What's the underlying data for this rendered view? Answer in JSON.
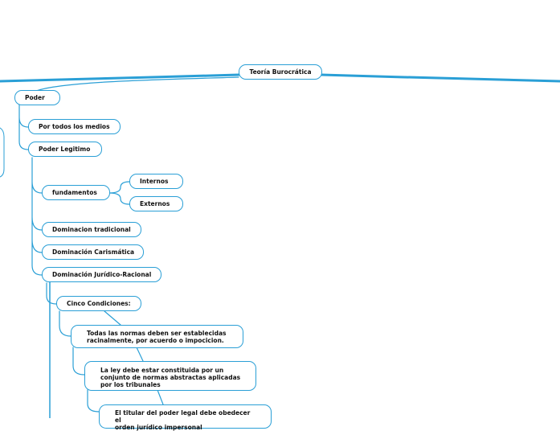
{
  "diagram": {
    "root": {
      "label": "Teoría Burocrática"
    },
    "nodes": {
      "poder": "Poder",
      "por_todos_los_medios": "Por todos los medios",
      "poder_legitimo": "Poder Legitimo",
      "fundamentos": "fundamentos",
      "internos": "Internos",
      "externos": "Externos",
      "dominacion_tradicional": "Dominacion tradicional",
      "dominacion_carismatica": "Dominación Carismática",
      "dominacion_juridico_racional": "Dominación Jurídico-Racional",
      "cinco_condiciones": "Cinco Condiciones:",
      "condicion_1": [
        "Todas las normas deben ser establecidas",
        "racinalmente, por acuerdo o impocicion."
      ],
      "condicion_2": [
        "La ley debe estar constituida por un",
        "conjunto de normas abstractas aplicadas",
        "por los tribunales"
      ],
      "condicion_3": [
        "El titular del poder legal debe obedecer el",
        "orden jurídico impersonal"
      ]
    },
    "colors": {
      "connector": "#2a9fd6",
      "node_border": "#2a9fd6",
      "text": "#111111"
    }
  }
}
